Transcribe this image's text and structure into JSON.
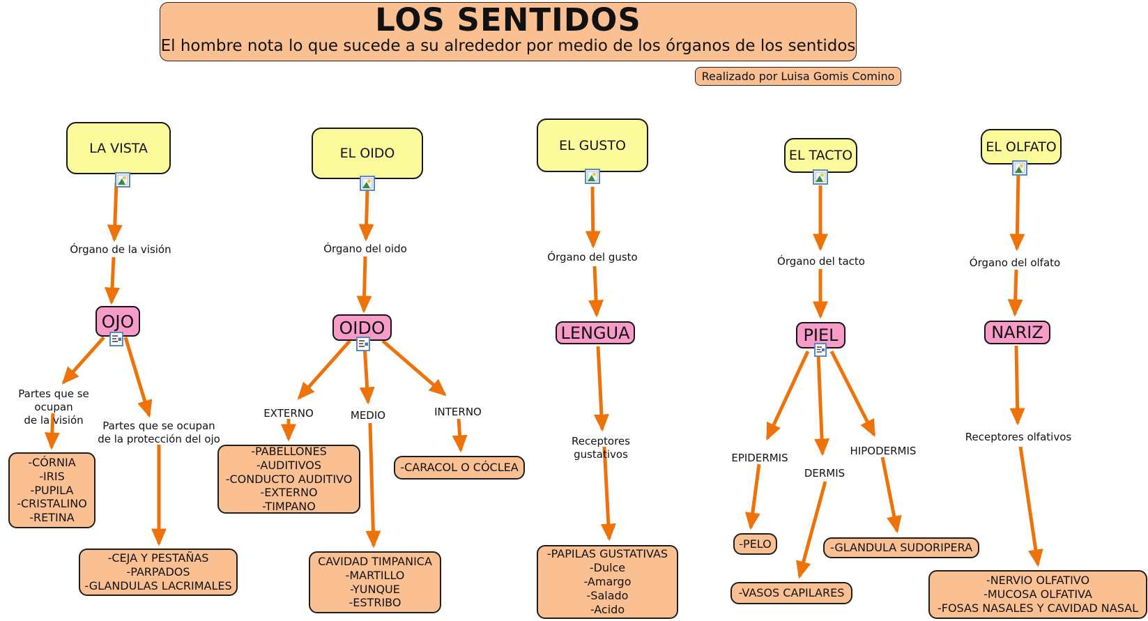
{
  "title_banner": {
    "title": "LOS SENTIDOS",
    "subtitle": "El hombre nota lo que sucede a su alrededor por medio de los órganos de los sentidos"
  },
  "credit": {
    "text": "Realizado por Luisa Gomis Comino"
  },
  "colors": {
    "banner_fill": "#FAC091",
    "sense_fill": "#FBFB9B",
    "organ_fill": "#F89BC8",
    "leaf_fill": "#FAC091",
    "arrow": "#EF7209",
    "border": "#151515",
    "background": "#FFFFFF"
  },
  "icons": {
    "image_attachment": "image-attachment-icon",
    "text_attachment": "text-attachment-icon"
  },
  "branches": [
    {
      "sense": "LA VISTA",
      "link": "Órgano de la visión",
      "organ": "OJO",
      "children": [
        {
          "label": "Partes que se ocupan\nde la visión",
          "leaf": "-CÓRNIA\n-IRIS\n-PUPILA\n-CRISTALINO\n-RETINA"
        },
        {
          "label": "Partes que se ocupan\nde la protección del ojo",
          "leaf": "-CEJA Y PESTAÑAS\n-PARPADOS\n-GLANDULAS LACRIMALES"
        }
      ]
    },
    {
      "sense": "EL OIDO",
      "link": "Órgano del oido",
      "organ": "OIDO",
      "children": [
        {
          "label": "EXTERNO",
          "leaf": "-PABELLONES\n-AUDITIVOS\n-CONDUCTO AUDITIVO\n-EXTERNO\n-TIMPANO"
        },
        {
          "label": "MEDIO",
          "leaf": "CAVIDAD TIMPANICA\n-MARTILLO\n-YUNQUE\n-ESTRIBO"
        },
        {
          "label": "INTERNO",
          "leaf": "-CARACOL O CÓCLEA"
        }
      ]
    },
    {
      "sense": "EL GUSTO",
      "link": "Órgano del gusto",
      "organ": "LENGUA",
      "children": [
        {
          "label": "Receptores gustativos",
          "leaf": "-PAPILAS GUSTATIVAS\n-Dulce\n-Amargo\n-Salado\n-Acido"
        }
      ]
    },
    {
      "sense": "EL TACTO",
      "link": "Órgano del tacto",
      "organ": "PIEL",
      "children": [
        {
          "label": "EPIDERMIS",
          "leaf": "-PELO"
        },
        {
          "label": "DERMIS",
          "leaf": "-VASOS CAPILARES"
        },
        {
          "label": "HIPODERMIS",
          "leaf": "-GLANDULA SUDORIPERA"
        }
      ]
    },
    {
      "sense": "EL OLFATO",
      "link": "Órgano del olfato",
      "organ": "NARIZ",
      "children": [
        {
          "label": "Receptores olfativos",
          "leaf": "-NERVIO OLFATIVO\n-MUCOSA OLFATIVA\n-FOSAS NASALES Y CAVIDAD NASAL"
        }
      ]
    }
  ]
}
